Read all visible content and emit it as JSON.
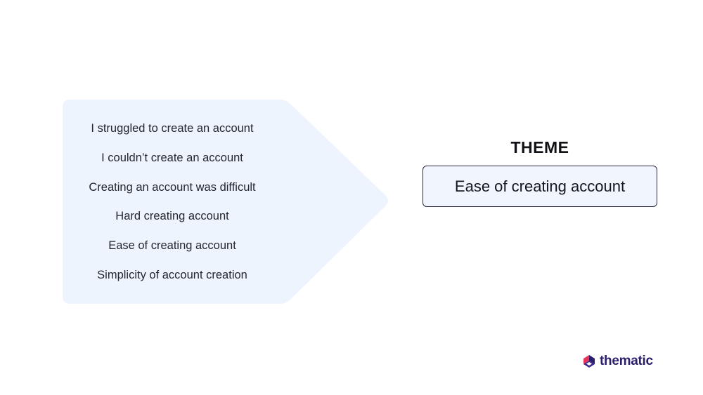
{
  "feedback": {
    "items": [
      "I struggled to create an account",
      "I couldn’t create an account",
      "Creating an account was difficult",
      "Hard creating account",
      "Ease of creating account",
      "Simplicity of account creation"
    ]
  },
  "theme": {
    "heading": "THEME",
    "value": "Ease of creating account"
  },
  "brand": {
    "name": "thematic",
    "logo_icon": "thematic-logo-icon",
    "colors": {
      "primary": "#2b1f6b",
      "accent": "#e8335a"
    }
  },
  "colors": {
    "arrow_fill": "#eef4fd",
    "theme_box_fill": "#f1f5fd",
    "theme_box_border": "#2a2940"
  }
}
